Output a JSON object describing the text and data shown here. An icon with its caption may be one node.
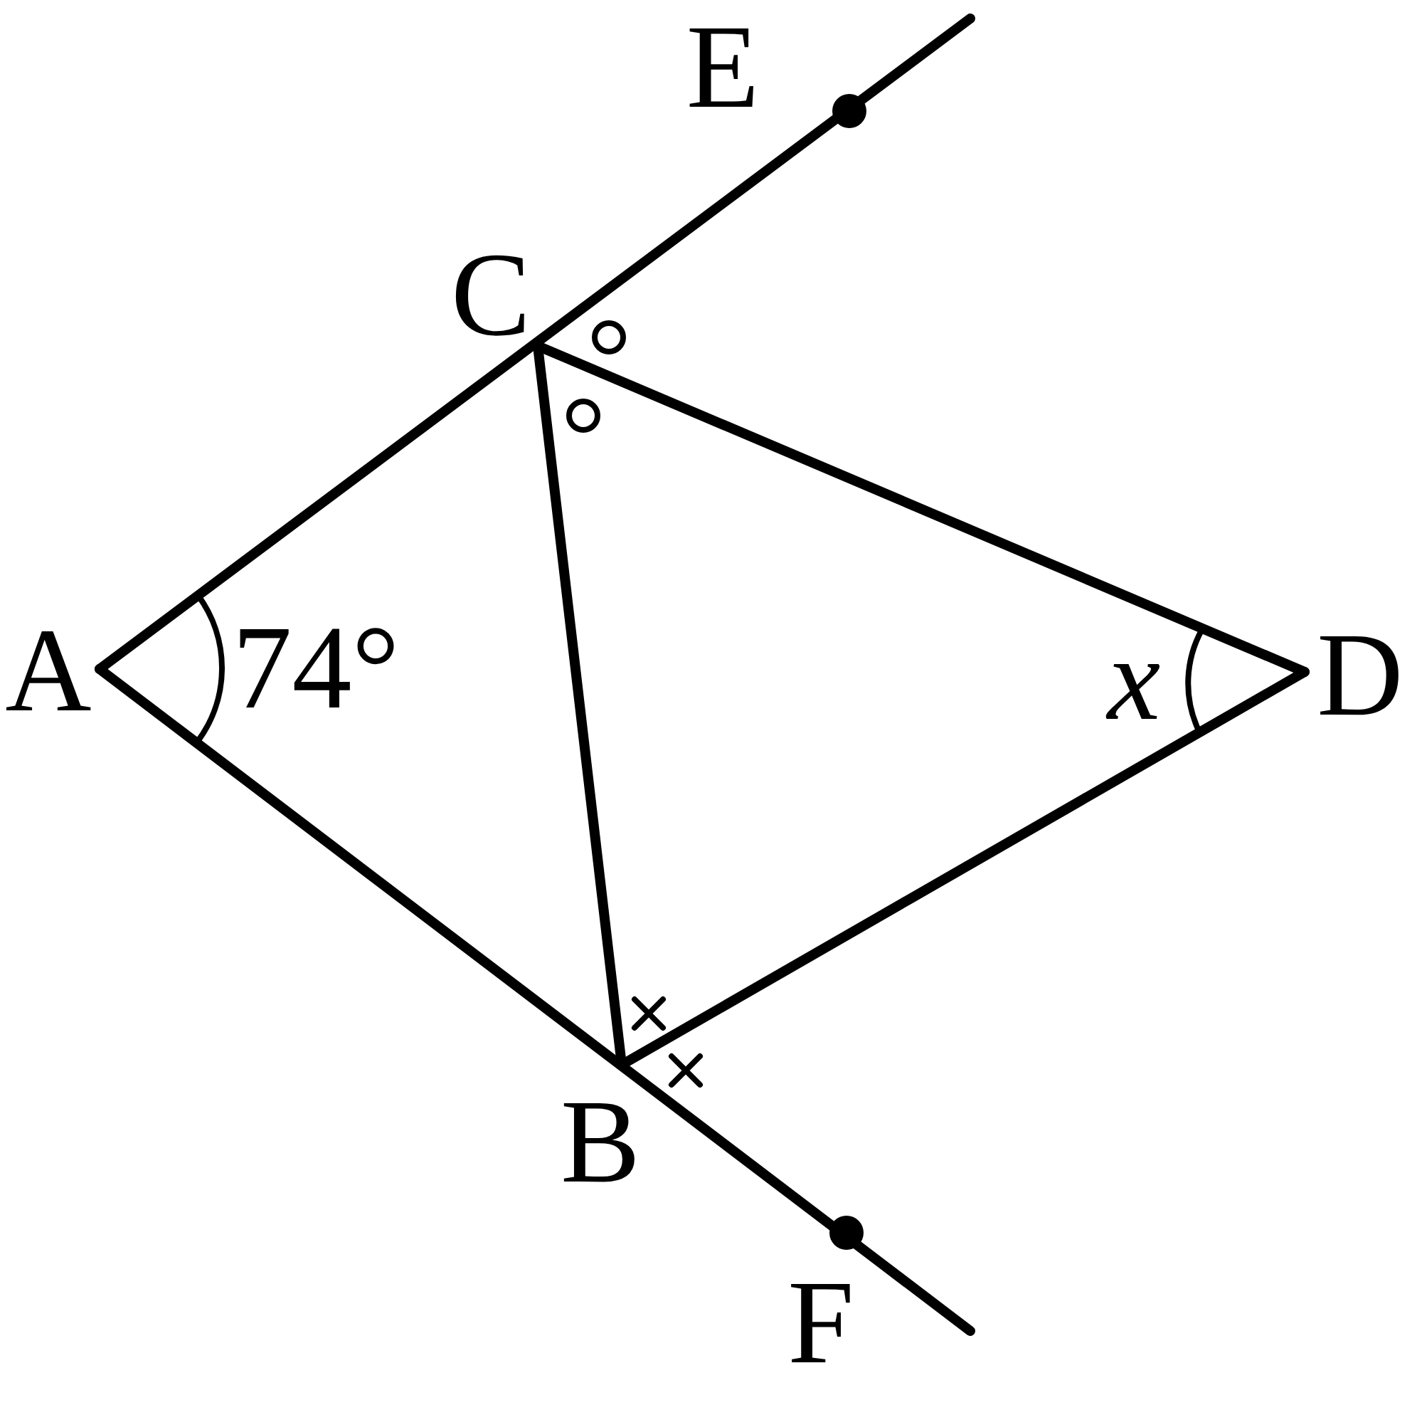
{
  "diagram": {
    "labels": [
      "E",
      "C",
      "A",
      "74°",
      "x",
      "D",
      "B",
      "F"
    ]
  }
}
